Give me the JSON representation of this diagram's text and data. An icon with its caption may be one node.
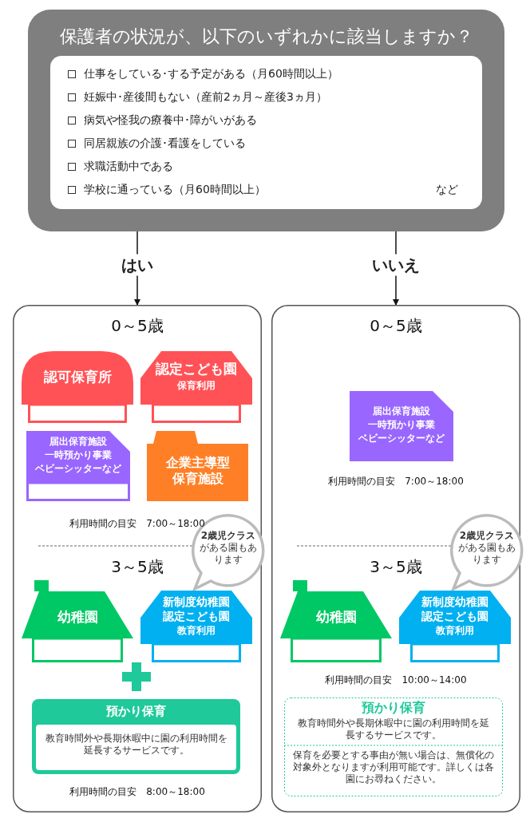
{
  "diagram": {
    "nodes": [
      {
        "text": [
          "保護者の状況が、以下のいずれかに該当しますか？"
        ]
      },
      {
        "text": [
          "仕事をしている･する予定がある（月60時間以上）",
          "妊娠中･産後間もない（産前2ヵ月～産後3ヵ月）",
          "病気や怪我の療養中･障がいがある",
          "同居親族の介護･看護をしている",
          "求職活動中である",
          "学校に通っている（月60時間以上）",
          "など"
        ],
        "in": 0
      },
      {
        "text": [
          "0～5歳",
          "利用時間の目安　7:00～18:00",
          "3～5歳",
          "利用時間の目安　8:00～18:00"
        ]
      },
      {
        "text": [
          "認可保育所"
        ],
        "in": 2
      },
      {
        "text": [
          "認定こども園",
          "保育利用"
        ],
        "in": 2
      },
      {
        "text": [
          "届出保育施設",
          "一時預かり事業",
          "ベビーシッターなど"
        ],
        "in": 2
      },
      {
        "text": [
          "企業主導型保育施設"
        ],
        "in": 2
      },
      {
        "text": [
          "**2歳児クラス**がある園もあります"
        ],
        "in": 2
      },
      {
        "text": [
          "幼稚園"
        ],
        "in": 2
      },
      {
        "text": [
          "新制度幼稚園",
          "認定こども園",
          "教育利用"
        ],
        "in": 2
      },
      {
        "text": [
          "預かり保育",
          "教育時間外や長期休暇中に園の利用時間を延長するサービスです。"
        ],
        "in": 2
      },
      {
        "text": [
          "0～5歳",
          "利用時間の目安　7:00～18:00",
          "3～5歳",
          "利用時間の目安　10:00～14:00"
        ]
      },
      {
        "text": [
          "届出保育施設",
          "一時預かり事業",
          "ベビーシッターなど"
        ],
        "in": 11
      },
      {
        "text": [
          "**2歳児クラス**がある園もあります"
        ],
        "in": 11
      },
      {
        "text": [
          "幼稚園"
        ],
        "in": 11
      },
      {
        "text": [
          "新制度幼稚園",
          "認定こども園",
          "教育利用"
        ],
        "in": 11
      },
      {
        "text": [
          "預かり保育",
          "教育時間外や長期休暇中に園の利用時間を延長するサービスです。",
          "保育を必要とする事由が無い場合は、無償化の対象外となりますが利用可能です。詳しくは各園にお尋ねください。"
        ],
        "in": 11
      }
    ],
    "edges": [
      {
        "from": 0,
        "to": 2,
        "arrow": "to",
        "label": "はい"
      },
      {
        "from": 0,
        "to": 11,
        "arrow": "to",
        "label": "いいえ"
      }
    ]
  }
}
